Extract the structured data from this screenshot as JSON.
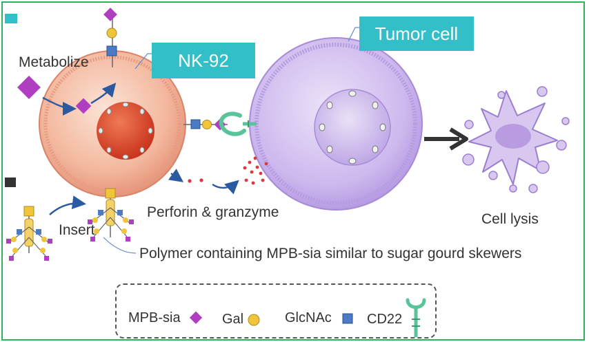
{
  "labels": {
    "metabolize": "Metabolize",
    "nk92": "NK-92",
    "tumor_cell": "Tumor cell",
    "perforin": "Perforin & granzyme",
    "insert": "Insert",
    "polymer": "Polymer containing MPB-sia similar to sugar gourd skewers",
    "cell_lysis": "Cell lysis"
  },
  "legend": {
    "mpb_sia": "MPB-sia",
    "gal": "Gal",
    "glcnac": "GlcNAc",
    "cd22": "CD22"
  },
  "colors": {
    "frame": "#2bb25a",
    "tag": "#33bfc7",
    "mpb_sia": "#b03ec0",
    "gal": "#f0c53c",
    "glcnac": "#4a7bc4",
    "cd22": "#59c49a",
    "nk_cell": "#f0a588",
    "nucleus": "#d9442a",
    "tumor": "#c3aee6",
    "granules": "#e0353a"
  }
}
